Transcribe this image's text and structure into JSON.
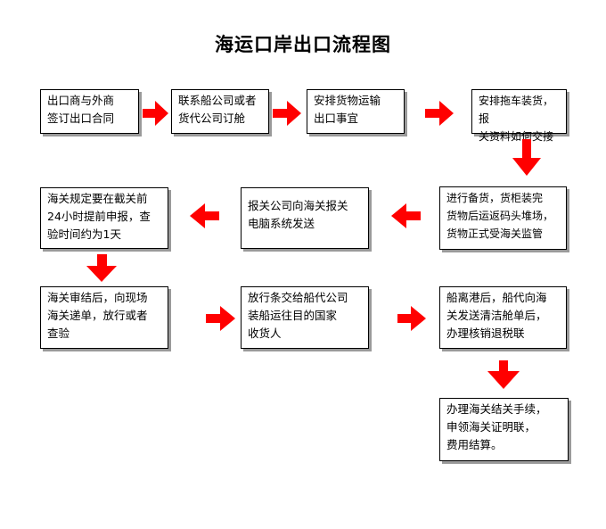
{
  "title": "海运口岸出口流程图",
  "arrow_color": "#ff0000",
  "steps": [
    {
      "text": "出口商与外商\n签订出口合同"
    },
    {
      "text": "联系船公司或者\n货代公司订舱"
    },
    {
      "text": "安排货物运输\n出口事宜"
    },
    {
      "text": "安排拖车装货，报\n关资料如何交接"
    },
    {
      "text": "进行备货，货柜装完\n货物后运返码头堆场，\n货物正式受海关监管"
    },
    {
      "text": "报关公司向海关报关\n电脑系统发送"
    },
    {
      "text": "海关规定要在截关前\n24小时提前申报，查\n验时间约为1天"
    },
    {
      "text": "海关审结后，向现场\n海关递单，放行或者\n查验"
    },
    {
      "text": "放行条交给船代公司\n装船运往目的国家\n收货人"
    },
    {
      "text": "船离港后，船代向海\n关发送清洁舱单后，\n办理核销退税联"
    },
    {
      "text": "办理海关结关手续，\n申领海关证明联，\n费用结算。"
    }
  ]
}
